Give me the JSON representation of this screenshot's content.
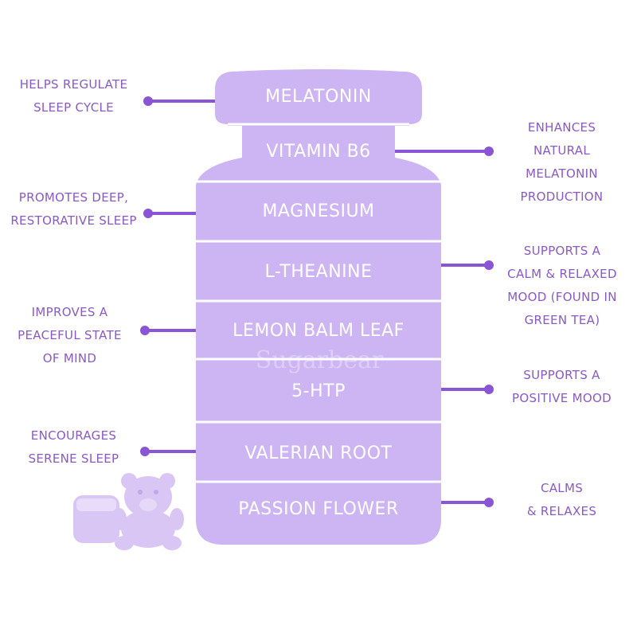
{
  "colors": {
    "bottle": "#cdb4f3",
    "divider": "#ffffff",
    "connector": "#8a55d4",
    "benefit_text": "#8a59c8",
    "gummy": "#d9c6f4"
  },
  "watermark": "Sugarbear",
  "ingredients": [
    {
      "label": "MELATONIN"
    },
    {
      "label": "VITAMIN B6"
    },
    {
      "label": "MAGNESIUM"
    },
    {
      "label": "L-THEANINE"
    },
    {
      "label": "LEMON BALM LEAF"
    },
    {
      "label": "5-HTP"
    },
    {
      "label": "VALERIAN ROOT"
    },
    {
      "label": "PASSION FLOWER"
    }
  ],
  "benefits_left": [
    {
      "text": "HELPS REGULATE\nSLEEP CYCLE"
    },
    {
      "text": "PROMOTES DEEP,\nRESTORATIVE SLEEP"
    },
    {
      "text": "IMPROVES A\nPEACEFUL STATE\nOF MIND"
    },
    {
      "text": "ENCOURAGES\nSERENE SLEEP"
    }
  ],
  "benefits_right": [
    {
      "text": "ENHANCES\nNATURAL\nMELATONIN\nPRODUCTION"
    },
    {
      "text": "SUPPORTS A\nCALM & RELAXED\nMOOD (FOUND IN\nGREEN TEA)"
    },
    {
      "text": "SUPPORTS A\nPOSITIVE MOOD"
    },
    {
      "text": "CALMS\n& RELAXES"
    }
  ]
}
